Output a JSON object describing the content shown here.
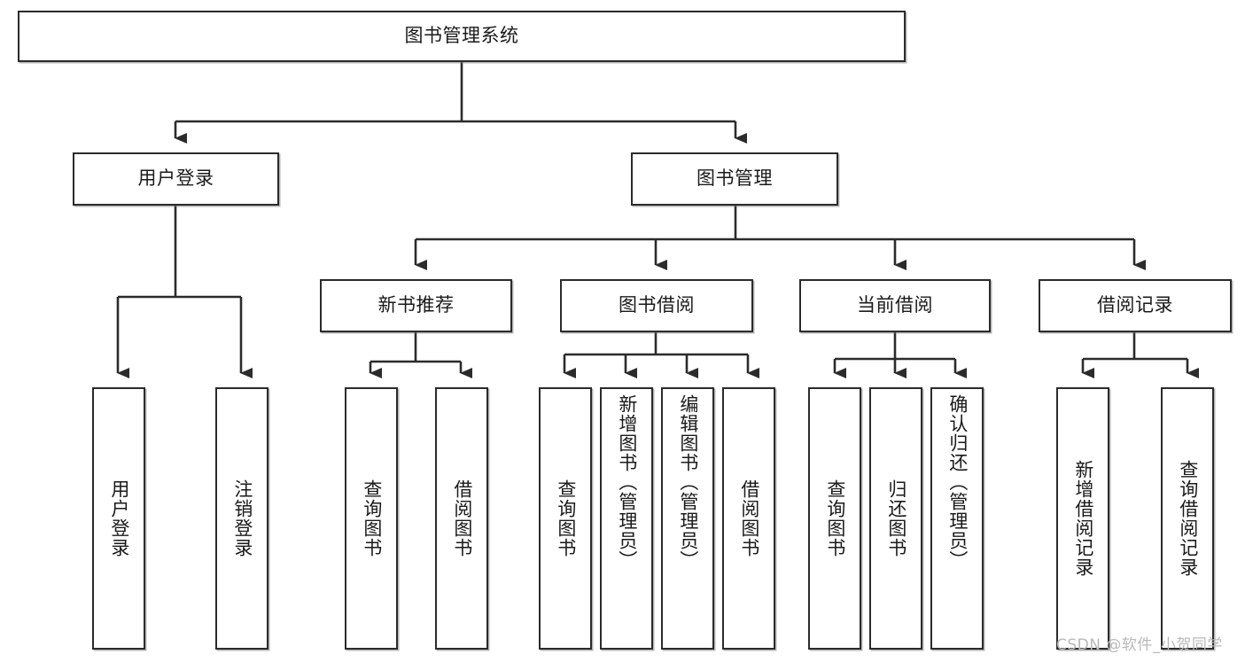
{
  "diagram": {
    "title": "图书管理系统",
    "type": "tree-hierarchy-diagram",
    "colors": {
      "node_border": "#2b2b2b",
      "node_fill": "#ffffff",
      "connector": "#2b2b2b",
      "watermark": "#b9b9b9",
      "background": "#ffffff"
    },
    "root": {
      "label": "图书管理系统"
    },
    "level2": [
      {
        "label": "用户登录"
      },
      {
        "label": "图书管理"
      }
    ],
    "level3": [
      {
        "label": "新书推荐"
      },
      {
        "label": "图书借阅"
      },
      {
        "label": "当前借阅"
      },
      {
        "label": "借阅记录"
      }
    ],
    "leaves": {
      "user_login": [
        {
          "label": "用户登录"
        },
        {
          "label": "注销登录"
        }
      ],
      "new_book_rec": [
        {
          "label": "查询图书"
        },
        {
          "label": "借阅图书"
        }
      ],
      "book_borrow": [
        {
          "label": "查询图书"
        },
        {
          "label": "新增图书（管理员）"
        },
        {
          "label": "编辑图书（管理员）"
        },
        {
          "label": "借阅图书"
        }
      ],
      "current_borrow": [
        {
          "label": "查询图书"
        },
        {
          "label": "归还图书"
        },
        {
          "label": "确认归还（管理员）"
        }
      ],
      "borrow_record": [
        {
          "label": "新增借阅记录"
        },
        {
          "label": "查询借阅记录"
        }
      ]
    }
  },
  "watermark": {
    "text": "CSDN @软件_小贺同学"
  }
}
